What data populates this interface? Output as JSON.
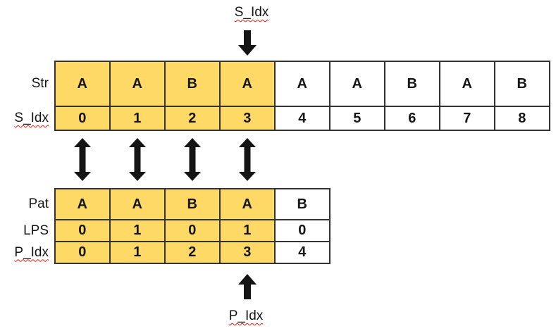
{
  "colors": {
    "highlight": "#FFD966",
    "grid_border": "#333333",
    "arrow": "#151515",
    "text": "#151515",
    "spellcheck": "#ea1c0d"
  },
  "top_pointer": {
    "label": "S_Idx",
    "column": 3
  },
  "string_table": {
    "highlighted_columns": 4,
    "rows": [
      {
        "label": "Str",
        "spellcheck_underline": false,
        "cells": [
          "A",
          "A",
          "B",
          "A",
          "A",
          "A",
          "B",
          "A",
          "B"
        ]
      },
      {
        "label": "S_Idx",
        "spellcheck_underline": true,
        "cells": [
          "0",
          "1",
          "2",
          "3",
          "4",
          "5",
          "6",
          "7",
          "8"
        ]
      }
    ]
  },
  "match_arrow_columns": [
    0,
    1,
    2,
    3
  ],
  "pattern_table": {
    "highlighted_columns": 4,
    "rows": [
      {
        "label": "Pat",
        "spellcheck_underline": false,
        "cells": [
          "A",
          "A",
          "B",
          "A",
          "B"
        ]
      },
      {
        "label": "LPS",
        "spellcheck_underline": false,
        "cells": [
          "0",
          "1",
          "0",
          "1",
          "0"
        ]
      },
      {
        "label": "P_Idx",
        "spellcheck_underline": true,
        "cells": [
          "0",
          "1",
          "2",
          "3",
          "4"
        ]
      }
    ]
  },
  "bottom_pointer": {
    "label": "P_Idx",
    "column": 3
  }
}
